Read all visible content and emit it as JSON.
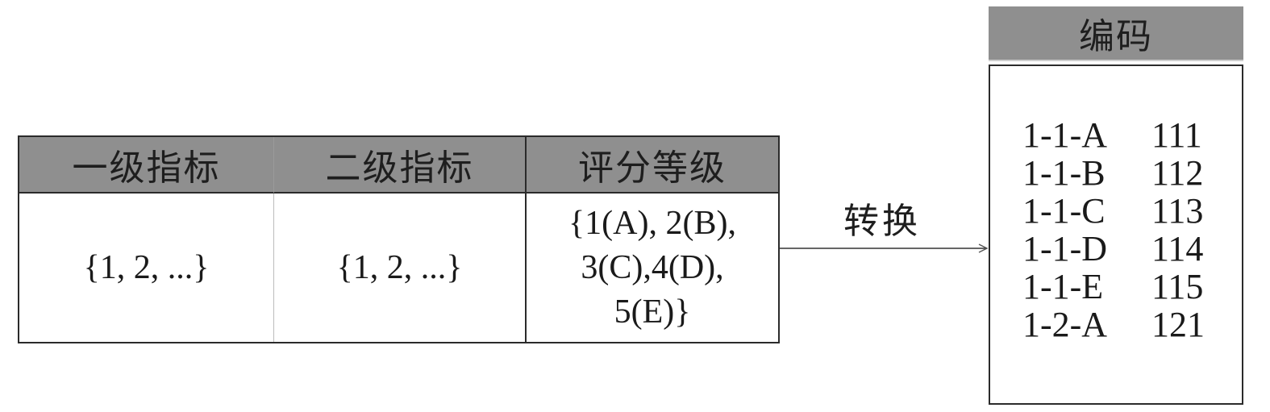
{
  "table": {
    "headers": [
      "一级指标",
      "二级指标",
      "评分等级"
    ],
    "level1_values": "{1, 2, ...}",
    "level2_values": "{1, 2, ...}",
    "grade_lines": [
      "{1(A), 2(B),",
      "3(C),4(D),",
      "5(E)}"
    ]
  },
  "arrow": {
    "label": "转换"
  },
  "codes": {
    "header": "编码",
    "rows": [
      {
        "key": "1-1-A",
        "code": "111"
      },
      {
        "key": "1-1-B",
        "code": "112"
      },
      {
        "key": "1-1-C",
        "code": "113"
      },
      {
        "key": "1-1-D",
        "code": "114"
      },
      {
        "key": "1-1-E",
        "code": "115"
      },
      {
        "key": "1-2-A",
        "code": "121"
      }
    ]
  }
}
